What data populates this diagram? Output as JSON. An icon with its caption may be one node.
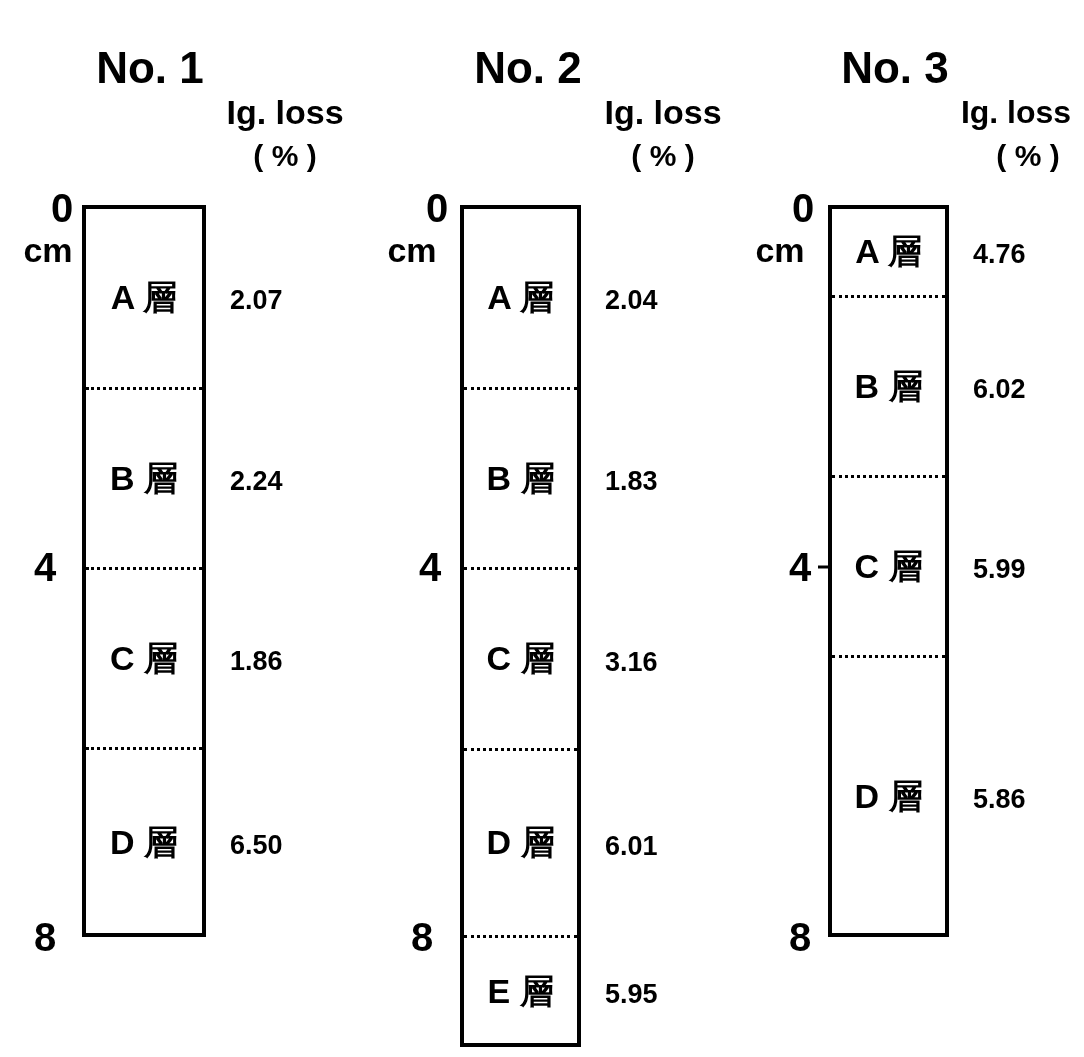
{
  "diagram": {
    "nodes": [
      {
        "text": [],
        "shape": "box"
      },
      {
        "text": [
          "A 層"
        ],
        "beside": [
          "2.07"
        ],
        "in": 0
      },
      {
        "text": [
          "B 層"
        ],
        "beside": [
          "2.24"
        ],
        "in": 0
      },
      {
        "text": [
          "C 層"
        ],
        "beside": [
          "1.86"
        ],
        "in": 0
      },
      {
        "text": [
          "D 層"
        ],
        "beside": [
          "6.50"
        ],
        "in": 0
      },
      {
        "text": [],
        "shape": "box"
      },
      {
        "text": [
          "A 層"
        ],
        "beside": [
          "2.04"
        ],
        "in": 5
      },
      {
        "text": [
          "B 層"
        ],
        "beside": [
          "1.83"
        ],
        "in": 5
      },
      {
        "text": [
          "C 層"
        ],
        "beside": [
          "3.16"
        ],
        "in": 5
      },
      {
        "text": [
          "D 層"
        ],
        "beside": [
          "6.01"
        ],
        "in": 5
      },
      {
        "text": [
          "E 層"
        ],
        "beside": [
          "5.95"
        ],
        "in": 5
      },
      {
        "text": [],
        "shape": "box"
      },
      {
        "text": [
          "A 層"
        ],
        "beside": [
          "4.76"
        ],
        "in": 11
      },
      {
        "text": [
          "B 層"
        ],
        "beside": [
          "6.02"
        ],
        "in": 11
      },
      {
        "text": [
          "C 層"
        ],
        "beside": [
          "5.99"
        ],
        "in": 11
      },
      {
        "text": [
          "D 層"
        ],
        "beside": [
          "5.86"
        ],
        "in": 11
      }
    ],
    "labels": [
      "No. 1",
      "No. 2",
      "No. 3",
      "Ig. loss",
      "Ig. loss",
      "Ig. loss",
      "( % )",
      "( % )",
      "( % )",
      "0",
      "0",
      "0",
      "cm",
      "cm",
      "cm",
      "4",
      "4",
      "4",
      "8",
      "8",
      "8"
    ]
  }
}
